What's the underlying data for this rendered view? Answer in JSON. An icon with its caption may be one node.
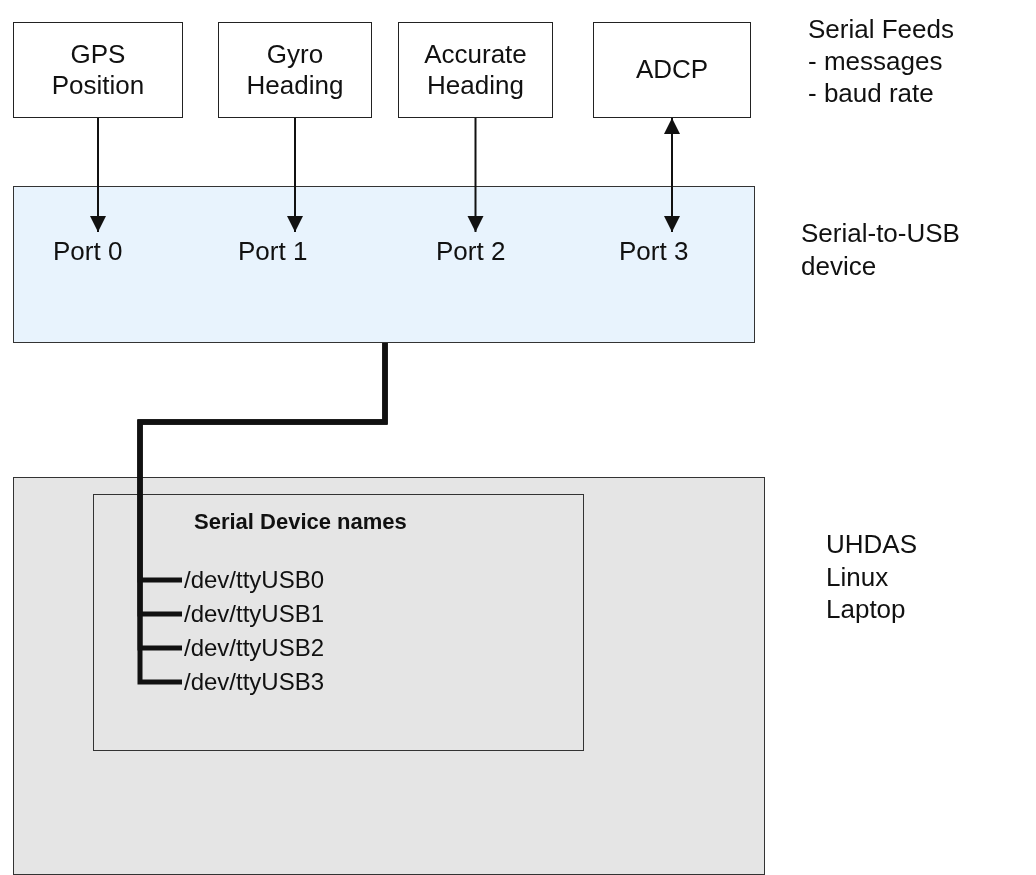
{
  "diagram": {
    "nodes": [
      {
        "text": [
          "GPS Position"
        ]
      },
      {
        "text": [
          "Gyro Heading"
        ]
      },
      {
        "text": [
          "Accurate Heading"
        ]
      },
      {
        "text": [
          "ADCP"
        ]
      },
      {
        "text": [],
        "shape": "box",
        "beside": [
          "Serial-to-USB device"
        ]
      },
      {
        "text": [
          "Port 0"
        ],
        "in": 4
      },
      {
        "text": [
          "Port 1"
        ],
        "in": 4
      },
      {
        "text": [
          "Port 2"
        ],
        "in": 4
      },
      {
        "text": [
          "Port 3"
        ],
        "in": 4
      },
      {
        "text": [],
        "shape": "box",
        "beside": [
          "UHDAS Linux Laptop"
        ]
      },
      {
        "text": [
          "Serial Device names"
        ],
        "in": 9
      },
      {
        "text": [
          "/dev/ttyUSB0"
        ],
        "in": 10
      },
      {
        "text": [
          "/dev/ttyUSB1"
        ],
        "in": 10
      },
      {
        "text": [
          "/dev/ttyUSB2"
        ],
        "in": 10
      },
      {
        "text": [
          "/dev/ttyUSB3"
        ],
        "in": 10
      }
    ],
    "edges": [
      {
        "from": 0,
        "to": 5,
        "arrow": "to"
      },
      {
        "from": 1,
        "to": 6,
        "arrow": "to"
      },
      {
        "from": 2,
        "to": 7,
        "arrow": "to"
      },
      {
        "from": 3,
        "to": 8,
        "arrow": "both"
      },
      {
        "from": 4,
        "to": 11,
        "arrow": "none",
        "style": "thick"
      },
      {
        "from": 4,
        "to": 12,
        "arrow": "none",
        "style": "thick"
      },
      {
        "from": 4,
        "to": 13,
        "arrow": "none",
        "style": "thick"
      },
      {
        "from": 4,
        "to": 14,
        "arrow": "none",
        "style": "thick"
      }
    ],
    "labels": [
      "Serial Feeds",
      "- messages",
      "- baud rate"
    ]
  }
}
